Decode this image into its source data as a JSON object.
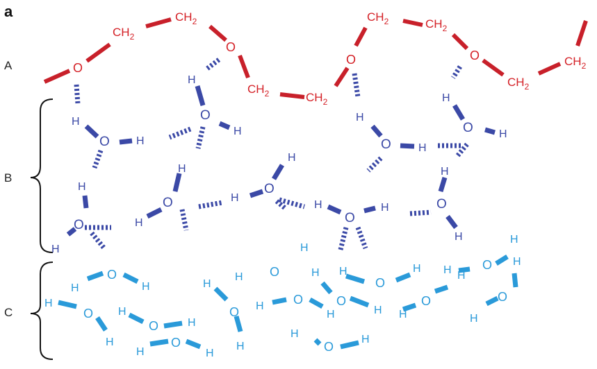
{
  "panel_label": "a",
  "regions": {
    "a": "A",
    "b": "B",
    "c": "C"
  },
  "glyphs": {
    "o": "O",
    "h": "H",
    "ch2_base": "CH",
    "ch2_sub": "2"
  },
  "colors": {
    "peo_chain": "#d42026",
    "bound_water": "#3b49a6",
    "free_water": "#2a9ad9"
  }
}
